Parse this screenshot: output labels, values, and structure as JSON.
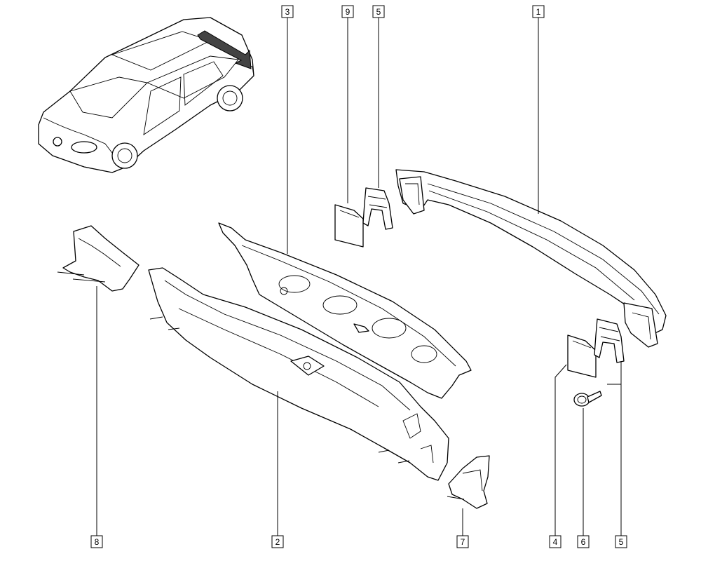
{
  "callouts": [
    {
      "id": "1",
      "label": "1"
    },
    {
      "id": "2",
      "label": "2"
    },
    {
      "id": "3",
      "label": "3"
    },
    {
      "id": "4",
      "label": "4"
    },
    {
      "id": "5-top",
      "label": "5"
    },
    {
      "id": "5-bottom",
      "label": "5"
    },
    {
      "id": "6",
      "label": "6"
    },
    {
      "id": "7",
      "label": "7"
    },
    {
      "id": "8",
      "label": "8"
    },
    {
      "id": "9",
      "label": "9"
    }
  ],
  "colors": {
    "line": "#000000",
    "background": "#ffffff"
  }
}
